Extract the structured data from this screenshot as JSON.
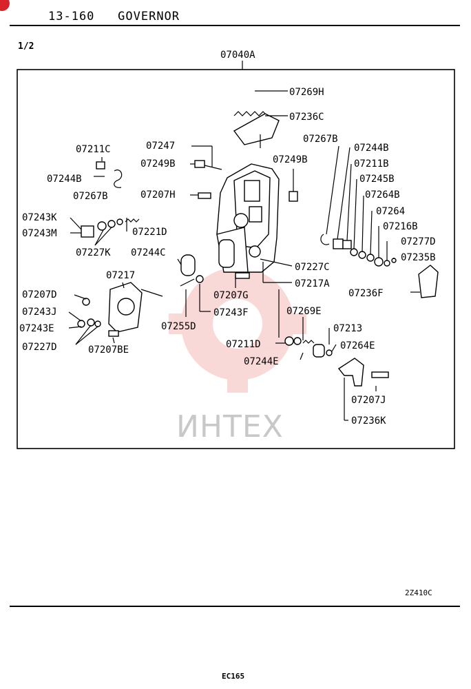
{
  "header": {
    "section": "13-160",
    "title": "GOVERNOR"
  },
  "page_indicator": "1/2",
  "assembly_label": "07040A",
  "labels": [
    "07269H",
    "07236C",
    "07267B",
    "07244B",
    "07211C",
    "07247",
    "07249B",
    "07249B",
    "07211B",
    "07244B",
    "07245B",
    "07267B",
    "07207H",
    "07264B",
    "07264",
    "07243K",
    "07221D",
    "07216B",
    "07243M",
    "07227K",
    "07244C",
    "07277D",
    "07235B",
    "07227C",
    "07217",
    "07217A",
    "07236F",
    "07207D",
    "07207G",
    "07243J",
    "07269E",
    "07243F",
    "07243E",
    "07255D",
    "07213",
    "07227D",
    "07207BE",
    "07211D",
    "07264E",
    "07244E",
    "07207J",
    "07236K"
  ],
  "watermark": "ИНТЕХ",
  "drawing_code": "2Z410C",
  "footer_code": "EC165"
}
